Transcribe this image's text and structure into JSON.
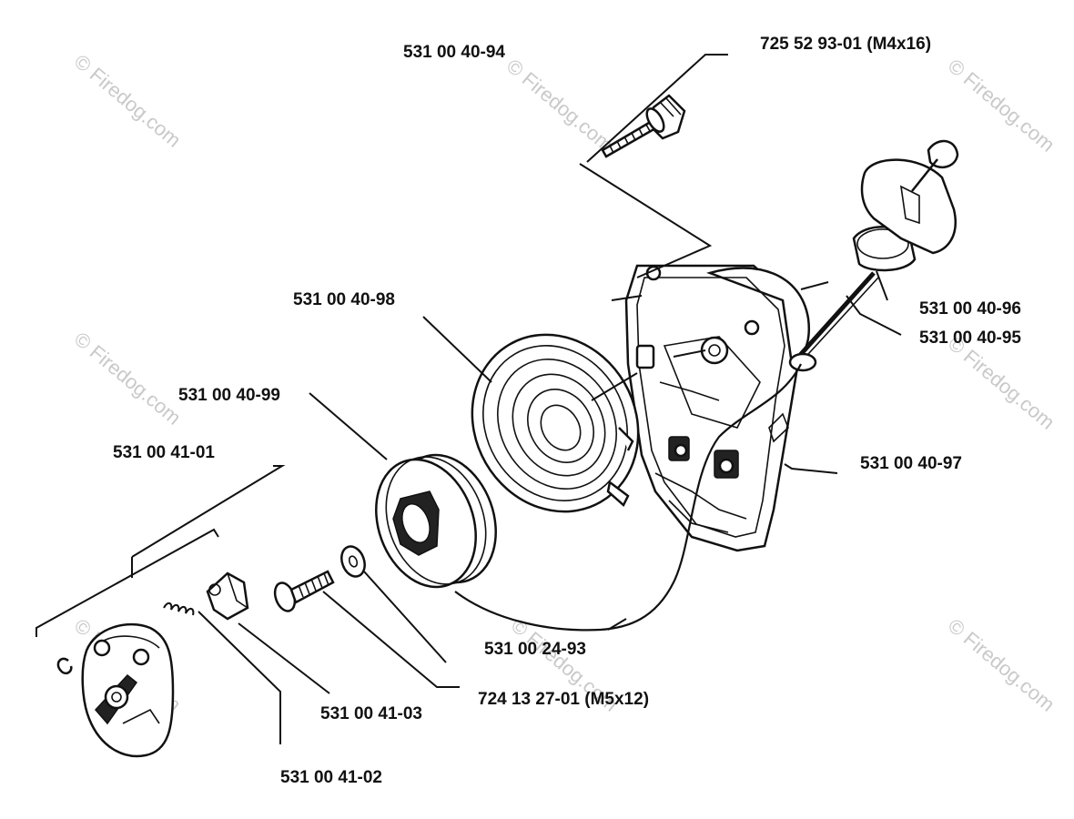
{
  "colors": {
    "ink": "#111111",
    "watermark": "#c9c9c9",
    "background": "#ffffff"
  },
  "watermark": {
    "text": "© Firedog.com"
  },
  "labels": {
    "p_531_00_40_94": "531 00 40-94",
    "p_725_52_93_01": "725 52 93-01 (M4x16)",
    "p_531_00_40_98": "531 00 40-98",
    "p_531_00_40_96": "531 00 40-96",
    "p_531_00_40_95": "531 00 40-95",
    "p_531_00_40_99": "531 00 40-99",
    "p_531_00_41_01": "531 00 41-01",
    "p_531_00_40_97": "531 00 40-97",
    "p_531_00_24_93": "531 00 24-93",
    "p_724_13_27_01": "724 13 27-01 (M5x12)",
    "p_531_00_41_03": "531 00 41-03",
    "p_531_00_41_02": "531 00 41-02"
  }
}
